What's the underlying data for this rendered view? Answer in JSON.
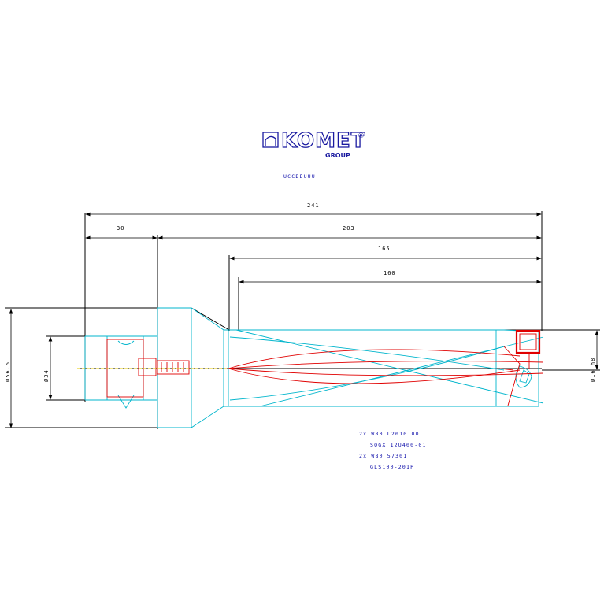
{
  "logo": {
    "brand": "KOMET",
    "registered": "®",
    "group": "GROUP"
  },
  "part_number": "UCCBEUUU",
  "dimensions": {
    "overall_length": "241",
    "shank_length": "30",
    "body_length": "203",
    "flute_length_1": "165",
    "flute_length_2": "160",
    "flange_diameter": "Ø56.5",
    "shank_diameter": "Ø34",
    "drill_diameter": "Ø16 h8"
  },
  "parts_list": [
    "2x W80 L2010 00",
    "SOGX 12U400-01",
    "2x W80 57301",
    "GLS100-201P"
  ],
  "colors": {
    "outline": "#000000",
    "body": "#00b5cc",
    "insert": "#e00000",
    "centerline": "#e5c800",
    "text": "#0a0aa8"
  }
}
